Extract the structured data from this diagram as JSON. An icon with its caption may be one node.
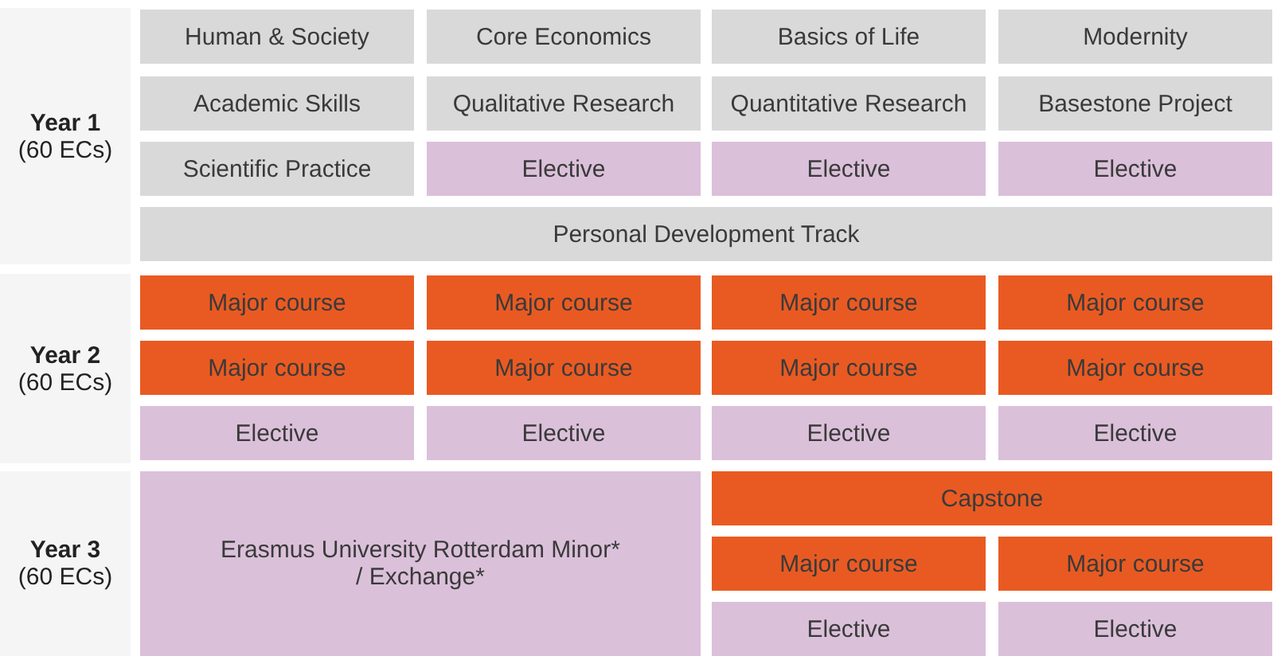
{
  "diagram": {
    "nodes": [
      {
        "text": [
          "Year 1",
          "(60 ECs)"
        ]
      },
      {
        "text": [
          "Human & Society"
        ]
      },
      {
        "text": [
          "Core Economics"
        ]
      },
      {
        "text": [
          "Basics of Life"
        ]
      },
      {
        "text": [
          "Modernity"
        ]
      },
      {
        "text": [
          "Academic Skills"
        ]
      },
      {
        "text": [
          "Qualitative Research"
        ]
      },
      {
        "text": [
          "Quantitative Research"
        ]
      },
      {
        "text": [
          "Basestone Project"
        ]
      },
      {
        "text": [
          "Scientific Practice"
        ]
      },
      {
        "text": [
          "Elective"
        ]
      },
      {
        "text": [
          "Elective"
        ]
      },
      {
        "text": [
          "Elective"
        ]
      },
      {
        "text": [
          "Personal Development Track"
        ]
      },
      {
        "text": [
          "Year 2",
          "(60 ECs)"
        ]
      },
      {
        "text": [
          "Major course"
        ]
      },
      {
        "text": [
          "Major course"
        ]
      },
      {
        "text": [
          "Major course"
        ]
      },
      {
        "text": [
          "Major course"
        ]
      },
      {
        "text": [
          "Major course"
        ]
      },
      {
        "text": [
          "Major course"
        ]
      },
      {
        "text": [
          "Major course"
        ]
      },
      {
        "text": [
          "Major course"
        ]
      },
      {
        "text": [
          "Elective"
        ]
      },
      {
        "text": [
          "Elective"
        ]
      },
      {
        "text": [
          "Elective"
        ]
      },
      {
        "text": [
          "Elective"
        ]
      },
      {
        "text": [
          "Year 3",
          "(60 ECs)"
        ]
      },
      {
        "text": [
          "Erasmus University Rotterdam Minor* / Exchange*"
        ]
      },
      {
        "text": [
          "Capstone"
        ]
      },
      {
        "text": [
          "Major course"
        ]
      },
      {
        "text": [
          "Major course"
        ]
      },
      {
        "text": [
          "Elective"
        ]
      },
      {
        "text": [
          "Elective"
        ]
      }
    ]
  }
}
